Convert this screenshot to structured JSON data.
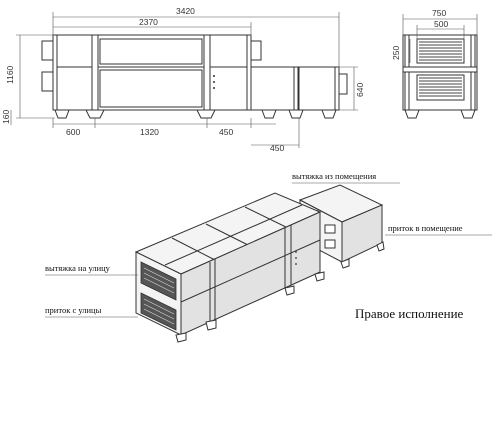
{
  "front_view": {
    "dims": {
      "total_length": "3420",
      "main_length": "2370",
      "height_total": "1160",
      "leg_height": "160",
      "seg_first": "600",
      "seg_middle": "1320",
      "seg_right": "450",
      "seg_last": "450",
      "small_height": "640"
    }
  },
  "side_view": {
    "dims": {
      "width_outer": "750",
      "width_inner": "500",
      "height_small": "250"
    }
  },
  "iso_view": {
    "labels": {
      "exhaust_from_room": "вытяжка из помещения",
      "supply_to_room": "приток в помещение",
      "exhaust_to_street": "вытяжка на улицу",
      "supply_from_street": "приток с улицы"
    },
    "caption": "Правое исполнение"
  }
}
